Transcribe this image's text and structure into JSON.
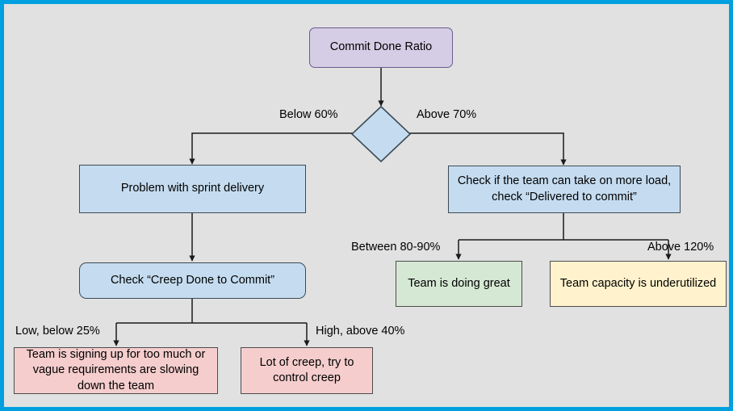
{
  "diagram": {
    "title": "Commit Done Ratio decision flowchart",
    "background_color": "#e1e1e1",
    "frame_color": "#00a0e0",
    "nodes": {
      "root": {
        "label": "Commit Done Ratio",
        "shape": "rounded-rect",
        "fill": "#d5cde5"
      },
      "decision": {
        "label": "",
        "shape": "diamond",
        "fill": "#c5dcf0"
      },
      "left_problem": {
        "label": "Problem with sprint delivery",
        "shape": "rect",
        "fill": "#c5dcf0"
      },
      "right_check": {
        "label": "Check if the team can take on more load, check “Delivered to commit”",
        "shape": "rect",
        "fill": "#c5dcf0"
      },
      "creep_check": {
        "label": "Check “Creep Done to Commit”",
        "shape": "rounded-rect",
        "fill": "#c5dcf0"
      },
      "doing_great": {
        "label": "Team is doing great",
        "shape": "rect",
        "fill": "#d5e8d4"
      },
      "underutilized": {
        "label": "Team capacity is underutilized",
        "shape": "rect",
        "fill": "#fff2cc"
      },
      "signing_up": {
        "label": "Team is signing up for too much or vague requirements are slowing down the team",
        "shape": "rect",
        "fill": "#f5cdcd"
      },
      "lot_of_creep": {
        "label": "Lot of creep, try to control creep",
        "shape": "rect",
        "fill": "#f5cdcd"
      }
    },
    "edge_labels": {
      "below_60": "Below 60%",
      "above_70": "Above 70%",
      "between_80_90": "Between 80-90%",
      "above_120": "Above 120%",
      "low_below_25": "Low, below 25%",
      "high_above_40": "High, above 40%"
    }
  }
}
